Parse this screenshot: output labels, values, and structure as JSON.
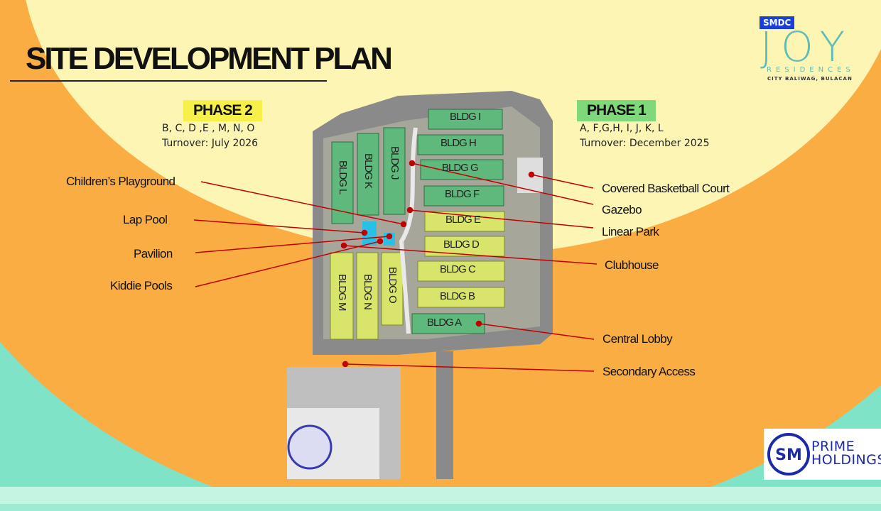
{
  "title": "SITE DEVELOPMENT PLAN",
  "phase2": {
    "label": "PHASE 2",
    "buildings": "B, C, D ,E , M, N, O",
    "turnover": "Turnover: July 2026",
    "badge_color": "#f7f04a"
  },
  "phase1": {
    "label": "PHASE 1",
    "buildings": "A, F,G,H, I, J, K, L",
    "turnover": "Turnover: December 2025",
    "badge_color": "#7fd87a"
  },
  "colors": {
    "orange": "#f9ad43",
    "cream": "#fdf5b4",
    "mint": "#7fe3c8",
    "phase1_bldg": "#5fb87c",
    "phase2_bldg": "#d9e56a",
    "leader": "#c00000",
    "pool": "#29c0e8"
  },
  "buildings": {
    "L": "BLDG L",
    "K": "BLDG K",
    "J": "BLDG J",
    "I": "BLDG I",
    "H": "BLDG H",
    "G": "BLDG G",
    "F": "BLDG F",
    "E": "BLDG E",
    "D": "BLDG D",
    "C": "BLDG C",
    "B": "BLDG B",
    "A": "BLDG A",
    "M": "BLDG M",
    "N": "BLDG N",
    "O": "BLDG O"
  },
  "left_callouts": {
    "playground": "Children’s Playground",
    "lap_pool": "Lap Pool",
    "pavilion": "Pavilion",
    "kiddie": "Kiddie Pools"
  },
  "right_callouts": {
    "basketball": "Covered Basketball Court",
    "gazebo": "Gazebo",
    "linear_park": "Linear Park",
    "clubhouse": "Clubhouse",
    "central_lobby": "Central Lobby",
    "secondary_access": "Secondary Access"
  },
  "logo": {
    "brand": "SMDC",
    "name": "JOY",
    "subtitle": "RESIDENCES",
    "city": "CITY BALIWAG, BULACAN",
    "partner_line1": "PRIME",
    "partner_line2": "HOLDINGS",
    "partner_mark": "SM"
  }
}
